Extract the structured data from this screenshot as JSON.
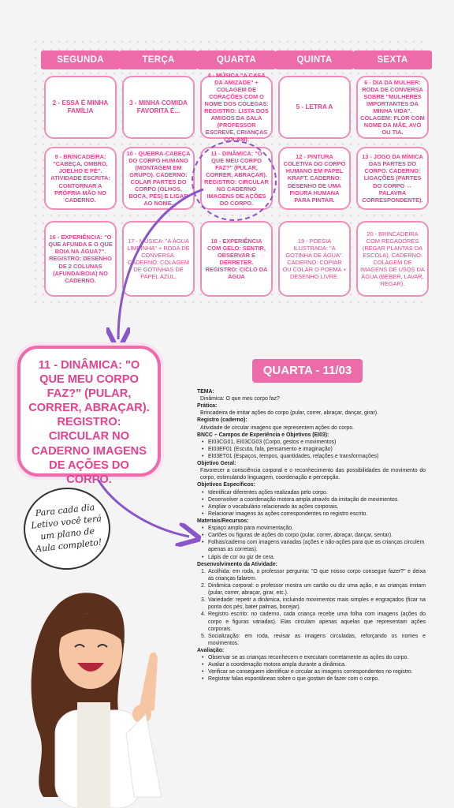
{
  "days": [
    "SEGUNDA",
    "TERÇA",
    "QUARTA",
    "QUINTA",
    "SEXTA"
  ],
  "row1": [
    "2 - ESSA É MINHA FAMÍLIA",
    "3 - MINHA COMIDA FAVORITA É...",
    "4 - MÚSICA \"A CASA DA AMIZADE\" + COLAGEM DE CORAÇÕES COM O NOME DOS COLEGAS. REGISTRO: LISTA DOS AMIGOS DA SALA (PROFESSOR ESCREVE, CRIANÇAS COLAM).",
    "5 - LETRA A",
    "6 - DIA DA MULHER: RODA DE CONVERSA SOBRE \"MULHERES IMPORTANTES DA MINHA VIDA\". COLAGEM: FLOR COM NOME DA MÃE, AVÓ OU TIA."
  ],
  "row2": [
    "9 - BRINCADEIRA: \"CABEÇA, OMBRO, JOELHO E PÉ\". ATIVIDADE ESCRITA: CONTORNAR A PRÓPRIA MÃO NO CADERNO.",
    "10 - QUEBRA-CABEÇA DO CORPO HUMANO (MONTAGEM EM GRUPO). CADERNO: COLAR PARTES DO CORPO (OLHOS, BOCA, PÉS) E LIGAR AO NOME.",
    "11 - DINÂMICA: \"O QUE MEU CORPO FAZ?\" (PULAR, CORRER, ABRAÇAR). REGISTRO: CIRCULAR NO CADERNO IMAGENS DE AÇÕES DO CORPO.",
    "12 - PINTURA COLETIVA DO CORPO HUMANO EM PAPEL KRAFT. CADERNO: DESENHO DE UMA FIGURA HUMANA PARA PINTAR.",
    "13 - JOGO DA MÍMICA DAS PARTES DO CORPO. CADERNO: LIGAÇÕES (PARTES DO CORPO ↔ PALAVRA CORRESPONDENTE)."
  ],
  "row3": [
    "16 - EXPERIÊNCIA: \"O QUE AFUNDA E O QUE BOIA NA ÁGUA?\". REGISTRO: DESENHO DE 2 COLUNAS (AFUNDA/BOIA) NO CADERNO.",
    "17 - MÚSICA: \"A ÁGUA LIMPINHA\" + RODA DE CONVERSA. CADERNO: COLAGEM DE GOTINHAS DE PAPEL AZUL.",
    "18 - EXPERIÊNCIA COM GELO: SENTIR, OBSERVAR E DERRETER. REGISTRO: CICLO DA ÁGUA",
    "19 - POESIA ILUSTRADA: \"A GOTINHA DE ÁGUA\". CADERNO: COPIAR OU COLAR O POEMA + DESENHO LIVRE.",
    "20 - BRINCADEIRA COM REGADORES (REGAR PLANTAS DA ESCOLA). CADERNO: COLAGEM DE IMAGENS DE USOS DA ÁGUA (BEBER, LAVAR, REGAR)."
  ],
  "callout": "11 - DINÂMICA: \"O QUE MEU CORPO FAZ?\" (PULAR, CORRER, ABRAÇAR). REGISTRO: CIRCULAR NO CADERNO IMAGENS DE AÇÕES DO CORPO.",
  "bubble": "Para cada dia Letivo você terá um plano de Aula completo!",
  "plan": {
    "title": "QUARTA - 11/03",
    "tema_h": "TEMA:",
    "tema": "Dinâmica: O que meu corpo faz?",
    "pratica_h": "Prática:",
    "pratica": "Brincadeira de imitar ações do corpo (pular, correr, abraçar, dançar, girar).",
    "registro_h": "Registro (caderno):",
    "registro": "Atividade de circular imagens que representem ações do corpo.",
    "bncc_h": "BNCC – Campos de Experiência e Objetivos (EI03):",
    "bncc": [
      "EI03CG01, EI03CG03 (Corpo, gestos e movimentos)",
      "EI03EF01 (Escuta, fala, pensamento e imaginação)",
      "EI03ET01 (Espaços, tempos, quantidades, relações e transformações)"
    ],
    "objetivo_h": "Objetivo Geral:",
    "objetivo": "Favorecer a consciência corporal e o reconhecimento das possibilidades de movimento do corpo, estimulando linguagem, coordenação e percepção.",
    "especificos_h": "Objetivos Específicos:",
    "especificos": [
      "Identificar diferentes ações realizadas pelo corpo.",
      "Desenvolver a coordenação motora ampla através da imitação de movimentos.",
      "Ampliar o vocabulário relacionado às ações corporais.",
      "Relacionar imagens às ações correspondentes no registro escrito."
    ],
    "materiais_h": "Materiais/Recursos:",
    "materiais": [
      "Espaço amplo para movimentação.",
      "Cartões ou figuras de ações do corpo (pular, correr, abraçar, dançar, sentar).",
      "Folhas/caderno com imagens variadas (ações e não-ações para que as crianças circulem apenas as corretas).",
      "Lápis de cor ou giz de cera."
    ],
    "desenvolvimento_h": "Desenvolvimento da Atividade:",
    "desenvolvimento": [
      "Acolhida: em roda, o professor pergunta: \"O que nosso corpo consegue fazer?\" e deixa as crianças falarem.",
      "Dinâmica corporal: o professor mostra um cartão ou diz uma ação, e as crianças imitam (pular, correr, abraçar, girar, etc.).",
      "Variedade: repetir a dinâmica, incluindo movimentos mais simples e engraçados (ficar na ponta dos pés, bater palmas, bocejar).",
      "Registro escrito: no caderno, cada criança recebe uma folha com imagens (ações do corpo e figuras variadas). Elas circulam apenas aquelas que representam ações corporais.",
      "Socialização: em roda, revisar as imagens circuladas, reforçando os nomes e movimentos."
    ],
    "avaliacao_h": "Avaliação:",
    "avaliacao": [
      "Observar se as crianças reconhecem e executam corretamente as ações do corpo.",
      "Avaliar a coordenação motora ampla durante a dinâmica.",
      "Verificar se conseguem identificar e circular as imagens correspondentes no registro.",
      "Registrar falas espontâneas sobre o que gostam de fazer com o corpo."
    ]
  },
  "colors": {
    "pink": "#ee6ba9",
    "pink_text": "#e8408f",
    "purple": "#8a55c9"
  }
}
